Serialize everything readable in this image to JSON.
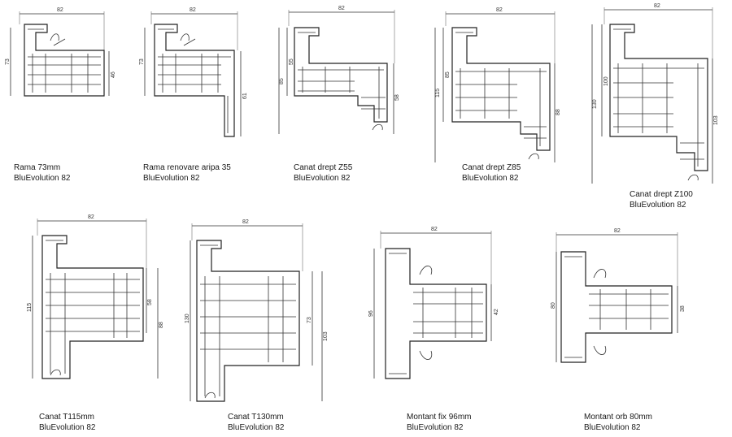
{
  "profiles": [
    {
      "key": "p1",
      "line1": "Rama 73mm",
      "line2": "BluEvolution 82",
      "dims": {
        "top": "82",
        "left": "73",
        "right": "46"
      }
    },
    {
      "key": "p2",
      "line1": "Rama renovare aripa 35",
      "line2": "BluEvolution 82",
      "dims": {
        "top": "82",
        "left": "73",
        "right": "61"
      }
    },
    {
      "key": "p3",
      "line1": "Canat drept Z55",
      "line2": "BluEvolution 82",
      "dims": {
        "top": "82",
        "left_outer": "85",
        "left_inner": "55",
        "right": "58"
      }
    },
    {
      "key": "p4",
      "line1": "Canat drept Z85",
      "line2": "BluEvolution 82",
      "dims": {
        "top": "82",
        "left_outer": "115",
        "left_inner": "85",
        "right": "88"
      }
    },
    {
      "key": "p5",
      "line1": "Canat drept Z100",
      "line2": "BluEvolution 82",
      "dims": {
        "top": "82",
        "left_outer": "130",
        "left_inner": "100",
        "right": "103"
      }
    },
    {
      "key": "p6",
      "line1": "Canat T115mm",
      "line2": "BluEvolution 82",
      "dims": {
        "top": "82",
        "left": "115",
        "right_inner": "58",
        "right_outer": "88"
      }
    },
    {
      "key": "p7",
      "line1": "Canat T130mm",
      "line2": "BluEvolution 82",
      "dims": {
        "top": "82",
        "left": "130",
        "right_inner": "73",
        "right_outer": "103"
      }
    },
    {
      "key": "p8",
      "line1": "Montant fix 96mm",
      "line2": "BluEvolution 82",
      "dims": {
        "top": "82",
        "left": "96",
        "right": "42"
      }
    },
    {
      "key": "p9",
      "line1": "Montant orb 80mm",
      "line2": "BluEvolution 82",
      "dims": {
        "top": "82",
        "left": "80",
        "right": "38"
      }
    }
  ]
}
